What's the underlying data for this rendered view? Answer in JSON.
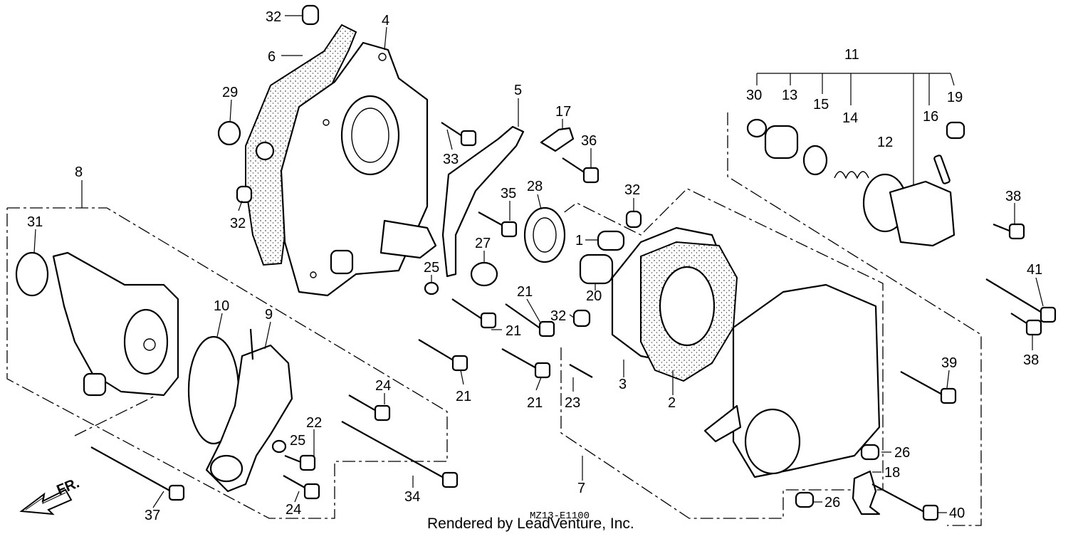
{
  "callouts": [
    {
      "id": "c32a",
      "text": "32"
    },
    {
      "id": "c4",
      "text": "4"
    },
    {
      "id": "c6",
      "text": "6"
    },
    {
      "id": "c29",
      "text": "29"
    },
    {
      "id": "c32b",
      "text": "32"
    },
    {
      "id": "c5",
      "text": "5"
    },
    {
      "id": "c17",
      "text": "17"
    },
    {
      "id": "c36",
      "text": "36"
    },
    {
      "id": "c33",
      "text": "33"
    },
    {
      "id": "c35",
      "text": "35"
    },
    {
      "id": "c28",
      "text": "28"
    },
    {
      "id": "c32c",
      "text": "32"
    },
    {
      "id": "c1",
      "text": "1"
    },
    {
      "id": "c20",
      "text": "20"
    },
    {
      "id": "c27",
      "text": "27"
    },
    {
      "id": "c25a",
      "text": "25"
    },
    {
      "id": "c21a",
      "text": "21"
    },
    {
      "id": "c21b",
      "text": "21"
    },
    {
      "id": "c32d",
      "text": "32"
    },
    {
      "id": "c21c",
      "text": "21"
    },
    {
      "id": "c21d",
      "text": "21"
    },
    {
      "id": "c23",
      "text": "23"
    },
    {
      "id": "c3",
      "text": "3"
    },
    {
      "id": "c2",
      "text": "2"
    },
    {
      "id": "c8",
      "text": "8"
    },
    {
      "id": "c31",
      "text": "31"
    },
    {
      "id": "c10",
      "text": "10"
    },
    {
      "id": "c9",
      "text": "9"
    },
    {
      "id": "c24a",
      "text": "24"
    },
    {
      "id": "c22",
      "text": "22"
    },
    {
      "id": "c25b",
      "text": "25"
    },
    {
      "id": "c24b",
      "text": "24"
    },
    {
      "id": "c34",
      "text": "34"
    },
    {
      "id": "c37",
      "text": "37"
    },
    {
      "id": "c7",
      "text": "7"
    },
    {
      "id": "c11",
      "text": "11"
    },
    {
      "id": "c30",
      "text": "30"
    },
    {
      "id": "c13",
      "text": "13"
    },
    {
      "id": "c15",
      "text": "15"
    },
    {
      "id": "c14",
      "text": "14"
    },
    {
      "id": "c19",
      "text": "19"
    },
    {
      "id": "c16",
      "text": "16"
    },
    {
      "id": "c12",
      "text": "12"
    },
    {
      "id": "c38a",
      "text": "38"
    },
    {
      "id": "c41",
      "text": "41"
    },
    {
      "id": "c38b",
      "text": "38"
    },
    {
      "id": "c39",
      "text": "39"
    },
    {
      "id": "c26a",
      "text": "26"
    },
    {
      "id": "c18",
      "text": "18"
    },
    {
      "id": "c26b",
      "text": "26"
    },
    {
      "id": "c40",
      "text": "40"
    }
  ],
  "direction_label": "FR.",
  "diagram_code": "MZ13-E1100",
  "footer_text": "Rendered by LeadVenture, Inc."
}
